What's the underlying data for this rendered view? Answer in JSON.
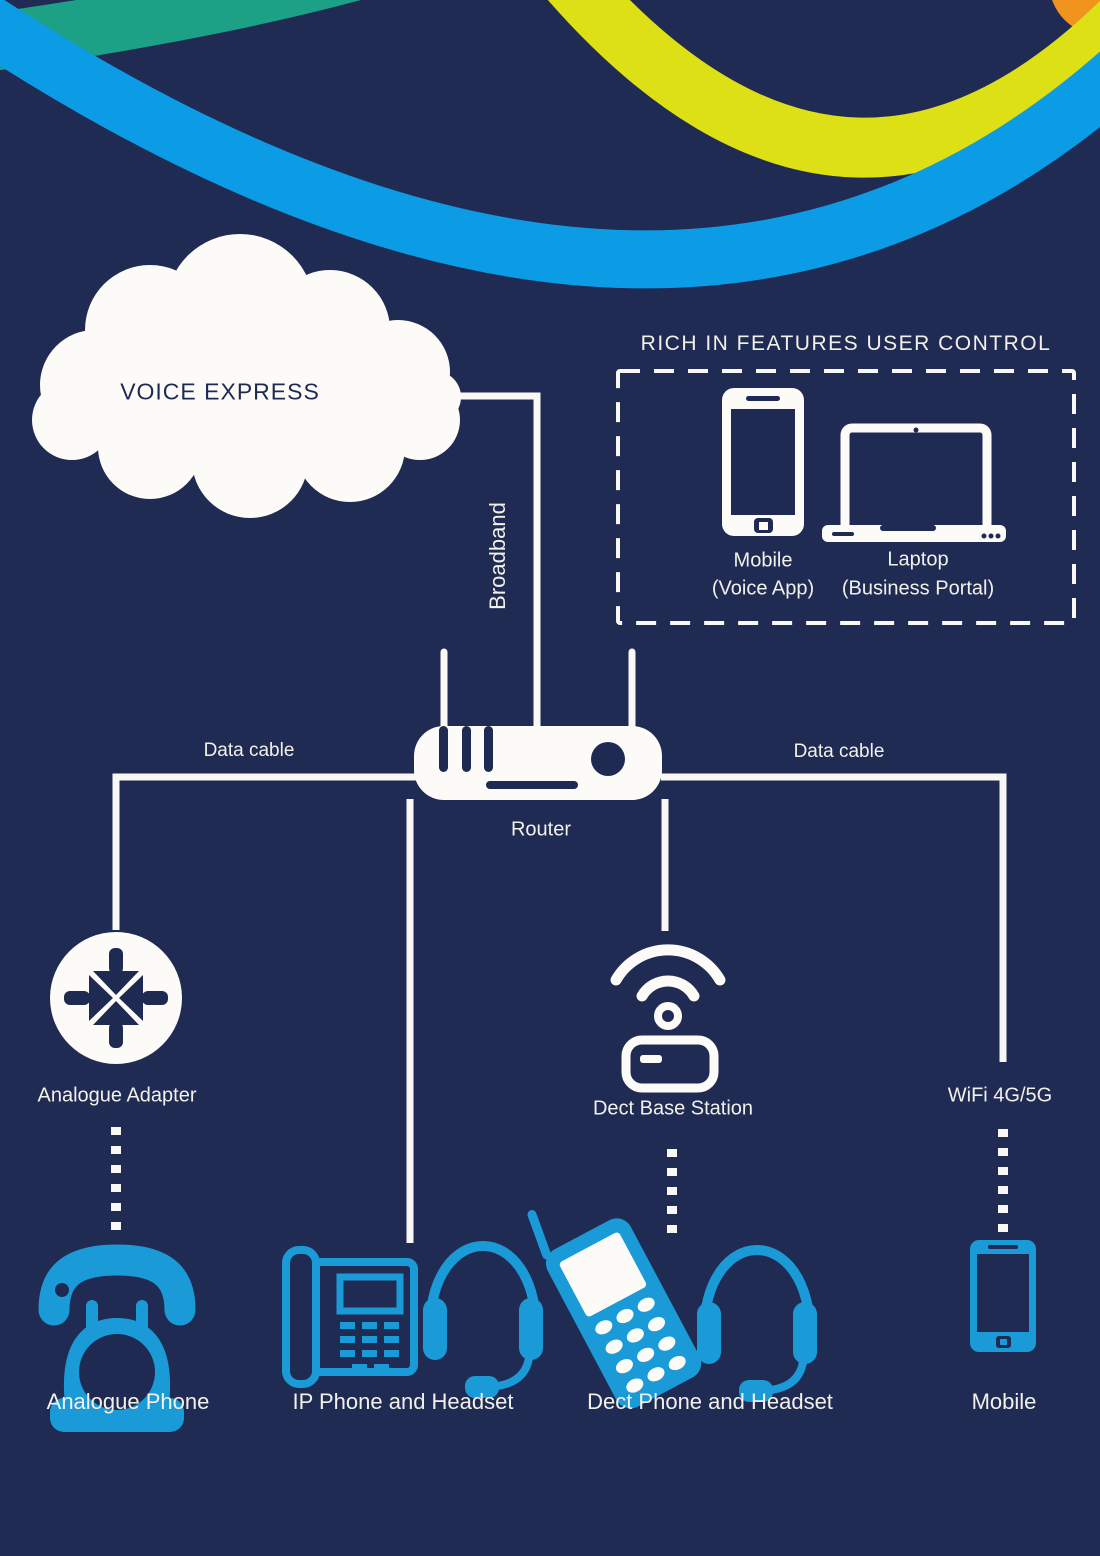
{
  "cloud": {
    "label": "VOICE EXPRESS"
  },
  "features": {
    "title": "RICH IN FEATURES USER CONTROL",
    "mobile": {
      "label": "Mobile",
      "sublabel": "(Voice App)"
    },
    "laptop": {
      "label": "Laptop",
      "sublabel": "(Business Portal)"
    }
  },
  "links": {
    "broadband": "Broadband",
    "data_cable_left": "Data cable",
    "data_cable_right": "Data cable",
    "wifi": "WiFi 4G/5G"
  },
  "nodes": {
    "router": "Router",
    "analogue_adapter": "Analogue Adapter",
    "dect_base_station": "Dect Base Station"
  },
  "endpoints": {
    "analogue_phone": "Analogue Phone",
    "ip_phone": "IP Phone and Headset",
    "dect_phone": "Dect Phone and Headset",
    "mobile": "Mobile"
  },
  "colors": {
    "background": "#202B53",
    "line_white": "#FAF8F5",
    "device_blue": "#1B9AD8",
    "wave_teal": "#1CA187",
    "wave_blue": "#0C9BE5",
    "wave_yellow": "#DCE014",
    "wave_orange": "#F0941E"
  }
}
